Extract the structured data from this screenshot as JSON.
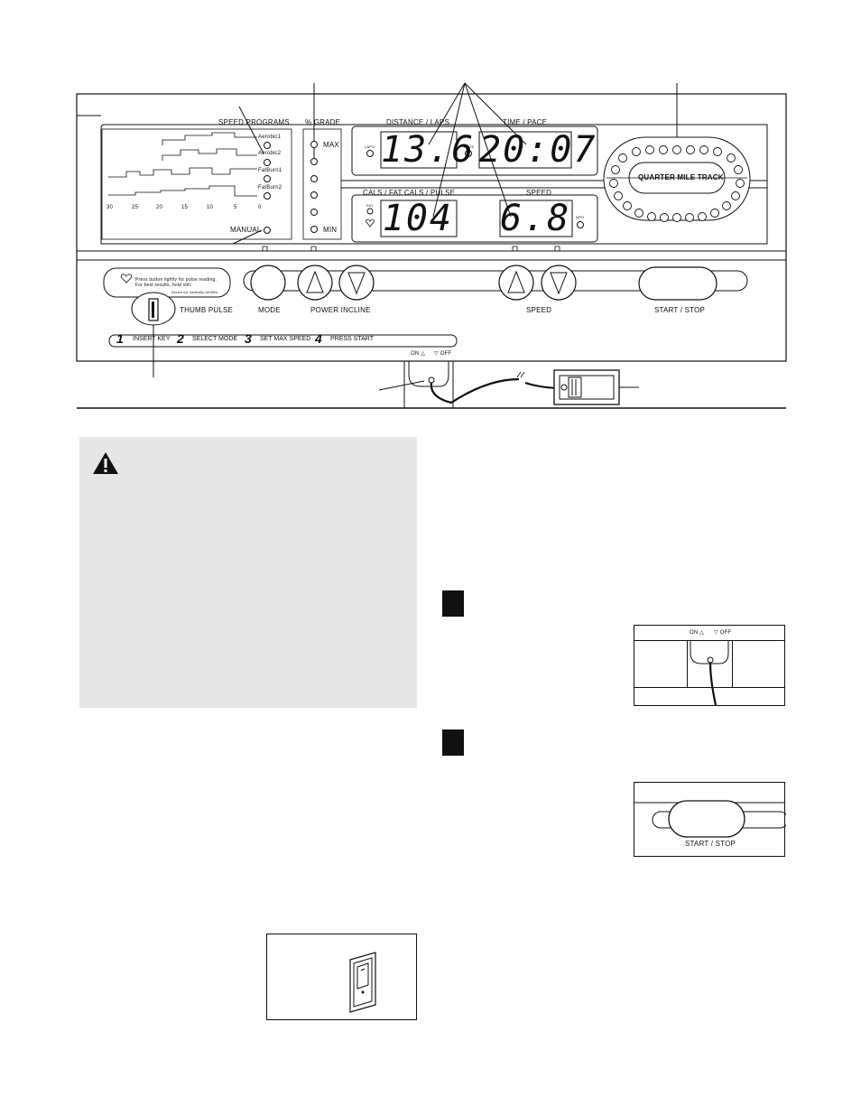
{
  "console": {
    "speed_programs_title": "SPEED PROGRAMS",
    "programs": [
      "Aerobic1",
      "Aerobic2",
      "FatBurn1",
      "FatBurn2"
    ],
    "time_axis": [
      "30",
      "25",
      "20",
      "15",
      "10",
      "5",
      "0"
    ],
    "manual_label": "MANUAL",
    "grade_title": "% GRADE",
    "grade_max": "MAX",
    "grade_min": "MIN",
    "distance_title": "DISTANCE / LAPS",
    "distance_value": "13.6",
    "laps_label": "LAPS",
    "time_title": "TIME / PACE",
    "time_value": "20:07",
    "pace_label": "PACE",
    "cals_title": "CALS / FAT CALS / PULSE",
    "cals_value": "104",
    "fat_label": "FAT",
    "speed_title": "SPEED",
    "speed_value": "6.8",
    "mph_label": "MPH",
    "track_label": "QUARTER MILE TRACK",
    "pulse_note": "Press button lightly for pulse reading. For best results, hold still.",
    "pulse_small": "Device not medically certified",
    "thumb_pulse": "THUMB PULSE",
    "mode_label": "MODE",
    "incline_label": "POWER INCLINE",
    "speed_label": "SPEED",
    "start_stop_label": "START / STOP",
    "steps": [
      {
        "num": "1",
        "text": "INSERT KEY"
      },
      {
        "num": "2",
        "text": "SELECT MODE"
      },
      {
        "num": "3",
        "text": "SET MAX SPEED"
      },
      {
        "num": "4",
        "text": "PRESS START"
      }
    ],
    "switch_on": "ON",
    "switch_off": "OFF"
  },
  "inset_switch": {
    "on": "ON",
    "off": "OFF"
  },
  "inset_start": {
    "label": "START / STOP"
  }
}
